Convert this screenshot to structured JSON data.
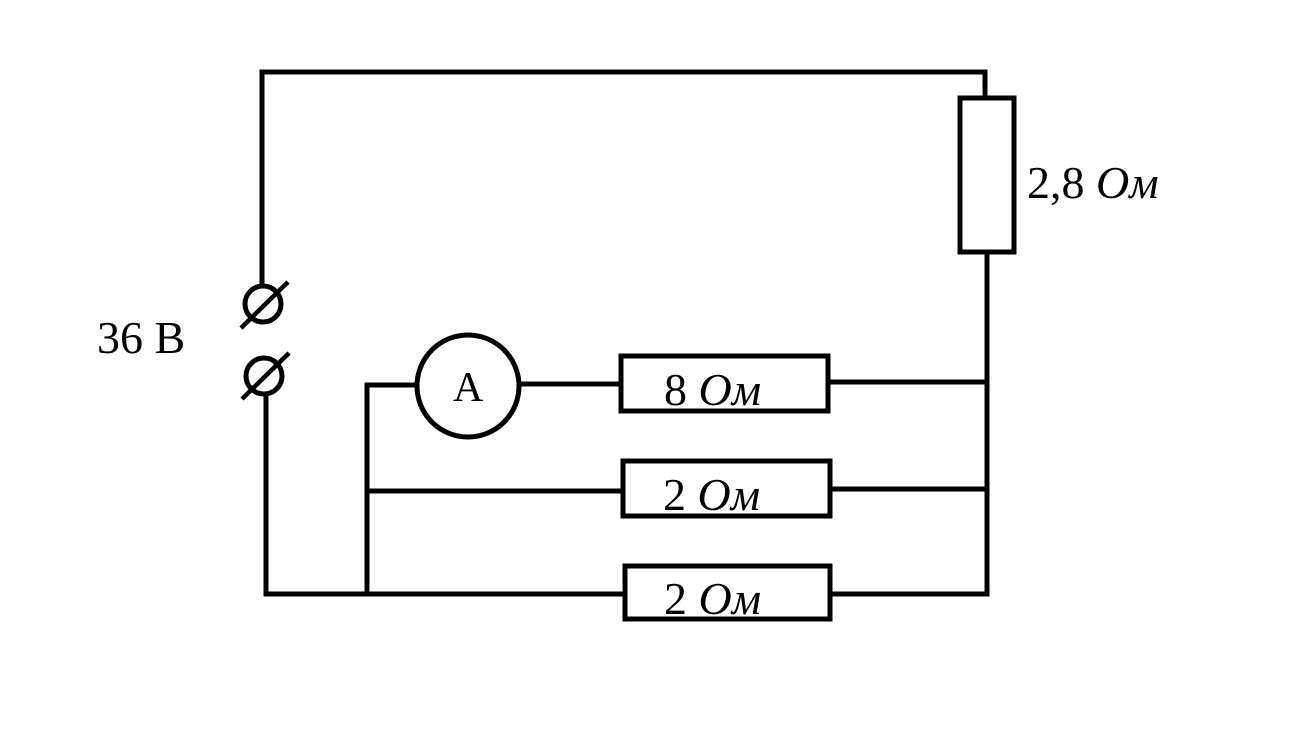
{
  "source": {
    "voltage": "36 В"
  },
  "ammeter": {
    "symbol": "A"
  },
  "resistors": {
    "series": {
      "value": "2,8",
      "unit": "Ом"
    },
    "branch_top": {
      "value": "8",
      "unit": "Ом"
    },
    "branch_middle": {
      "value": "2",
      "unit": "Ом"
    },
    "branch_bottom": {
      "value": "2",
      "unit": "Ом"
    }
  }
}
